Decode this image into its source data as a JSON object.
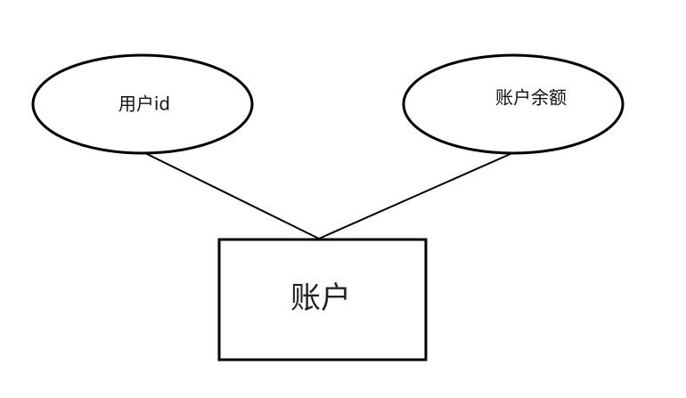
{
  "diagram": {
    "type": "er-diagram",
    "entity": {
      "label": "账户"
    },
    "attributes": [
      {
        "label": "用户id"
      },
      {
        "label": "账户余额"
      }
    ],
    "colors": {
      "stroke": "#000000",
      "background": "#ffffff"
    }
  }
}
